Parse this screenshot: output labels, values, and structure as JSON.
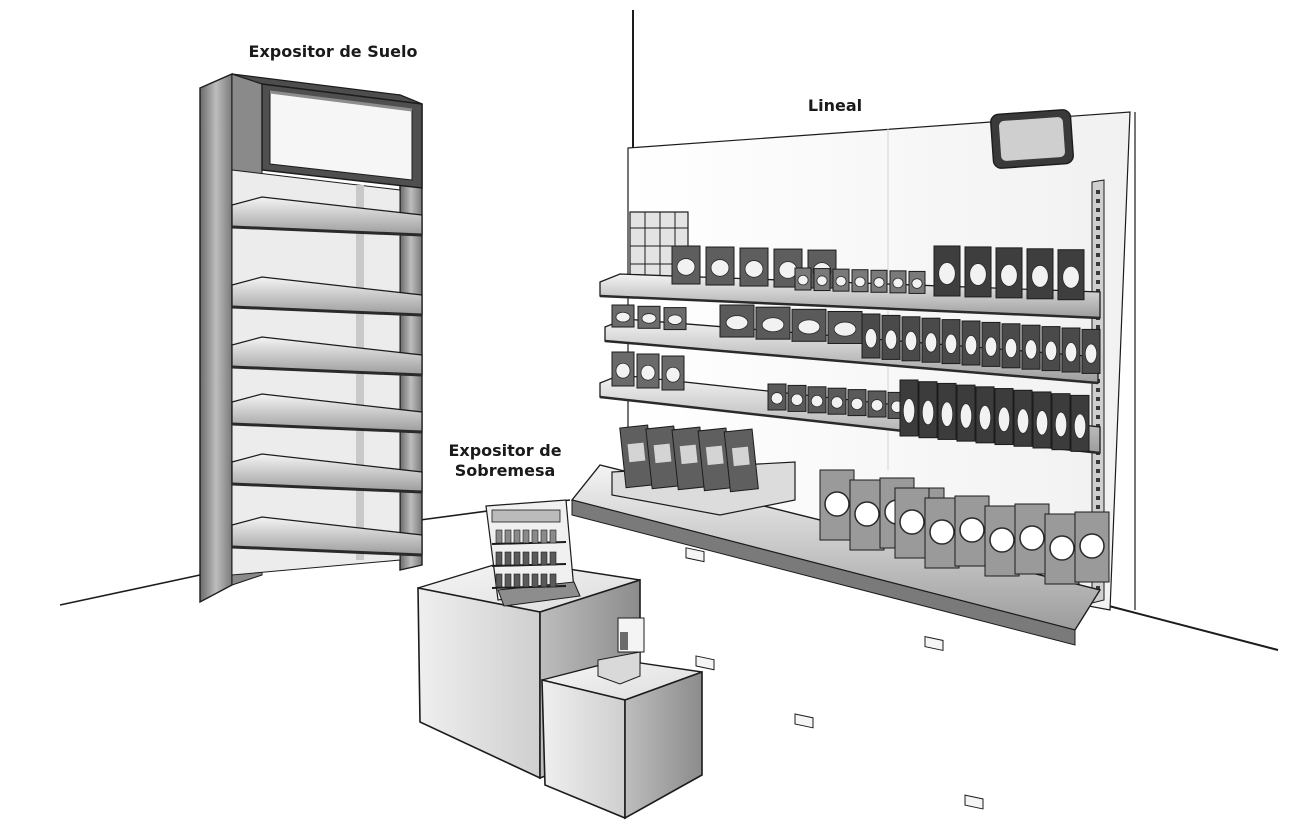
{
  "labels": {
    "floor_display": "Expositor de Suelo",
    "shelf_line": "Lineal",
    "tabletop_display_line1": "Expositor de",
    "tabletop_display_line2": "Sobremesa"
  },
  "icons": {
    "floor_display": "floor-shelf-unit-icon",
    "shelf_line": "wall-shelving-icon",
    "tabletop_display": "tabletop-rack-icon",
    "pedestals": "cube-pedestal-icon",
    "sign": "wall-sign-icon"
  },
  "colors": {
    "ink": "#1c1c1c",
    "shade_dark": "#5a5a5a",
    "shade_mid": "#9a9a9a",
    "shade_light": "#d6d6d6",
    "paper": "#ffffff"
  }
}
